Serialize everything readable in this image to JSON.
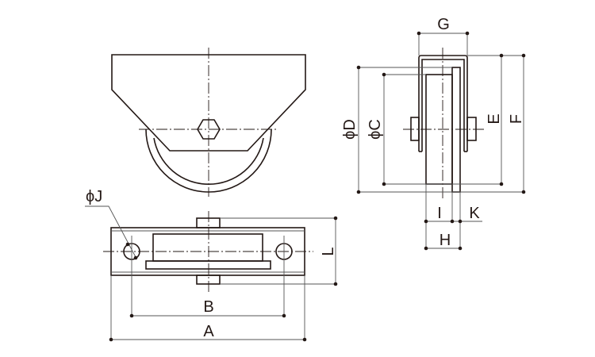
{
  "diagram": {
    "labels": {
      "A": "A",
      "B": "B",
      "C": "ϕC",
      "D": "ϕD",
      "E": "E",
      "F": "F",
      "G": "G",
      "H": "H",
      "I": "I",
      "J": "ϕJ",
      "K": "K",
      "L": "L"
    },
    "colors": {
      "line": "#231815",
      "dimension": "#555555"
    }
  }
}
